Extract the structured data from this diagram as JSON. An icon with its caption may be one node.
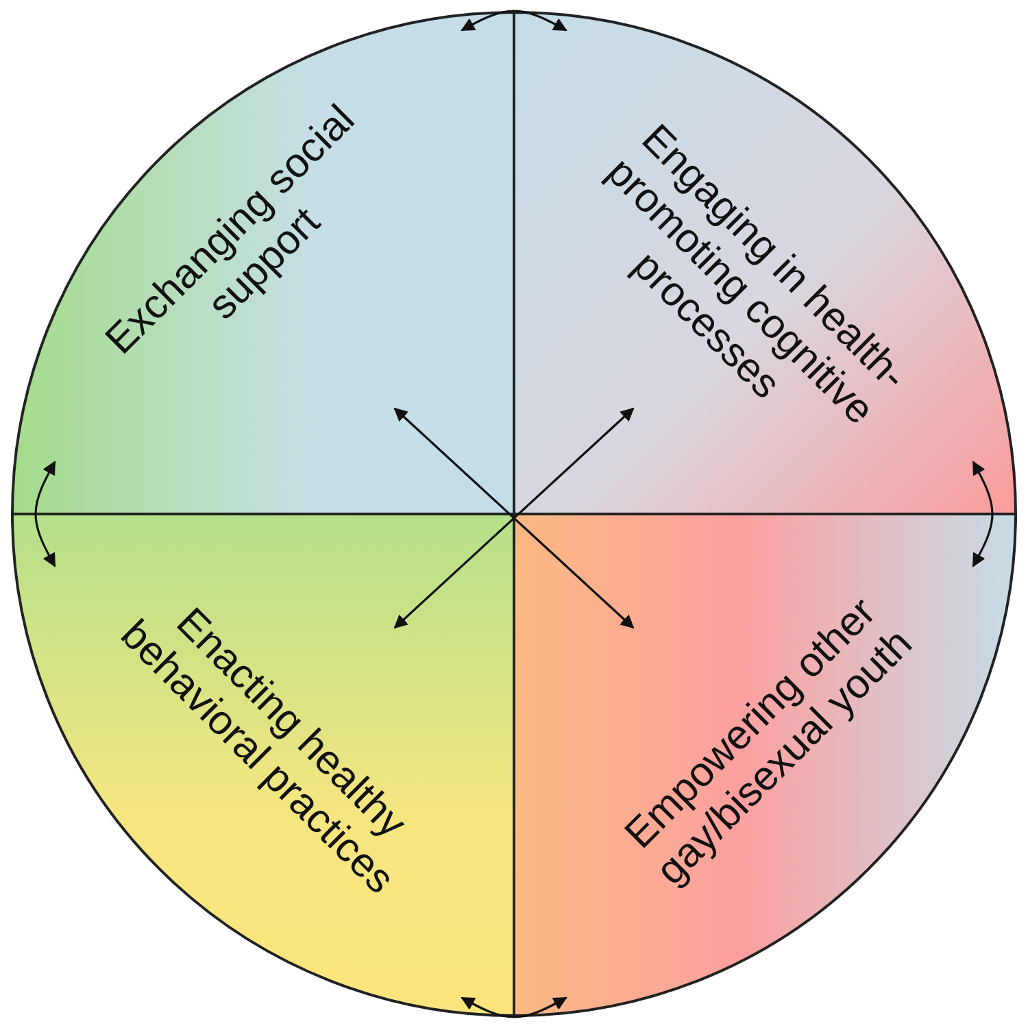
{
  "diagram": {
    "nodes": [
      {
        "text": [
          "Exchanging social support"
        ]
      },
      {
        "text": [
          "Engaging in health-promoting cognitive processes"
        ]
      },
      {
        "text": [
          "Enacting healthy behavioral practices"
        ]
      },
      {
        "text": [
          "Empowering other gay/bisexual youth"
        ]
      }
    ],
    "edges": [
      {
        "from": 0,
        "to": 1,
        "arrow": "both"
      },
      {
        "from": 0,
        "to": 2,
        "arrow": "both"
      },
      {
        "from": 1,
        "to": 3,
        "arrow": "both"
      },
      {
        "from": 2,
        "to": 3,
        "arrow": "both"
      },
      {
        "from": 0,
        "to": 3,
        "arrow": "both"
      },
      {
        "from": 1,
        "to": 2,
        "arrow": "both"
      }
    ]
  }
}
